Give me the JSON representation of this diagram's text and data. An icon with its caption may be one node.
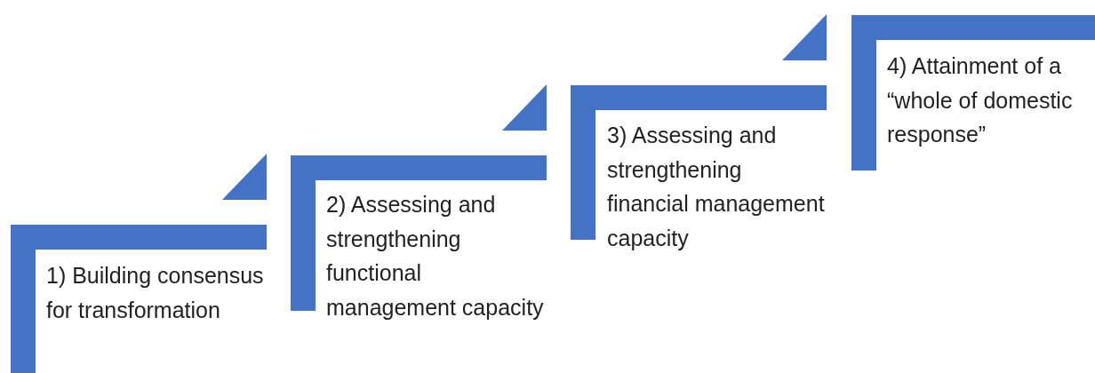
{
  "diagram": {
    "nodes": [
      {
        "text": [
          "1) Building consensus for transformation"
        ]
      },
      {
        "text": [
          "2) Assessing and strengthening functional management capacity"
        ]
      },
      {
        "text": [
          "3) Assessing and strengthening financial management capacity"
        ]
      },
      {
        "text": [
          "4) Attainment of a “whole of domestic response”"
        ]
      }
    ]
  }
}
